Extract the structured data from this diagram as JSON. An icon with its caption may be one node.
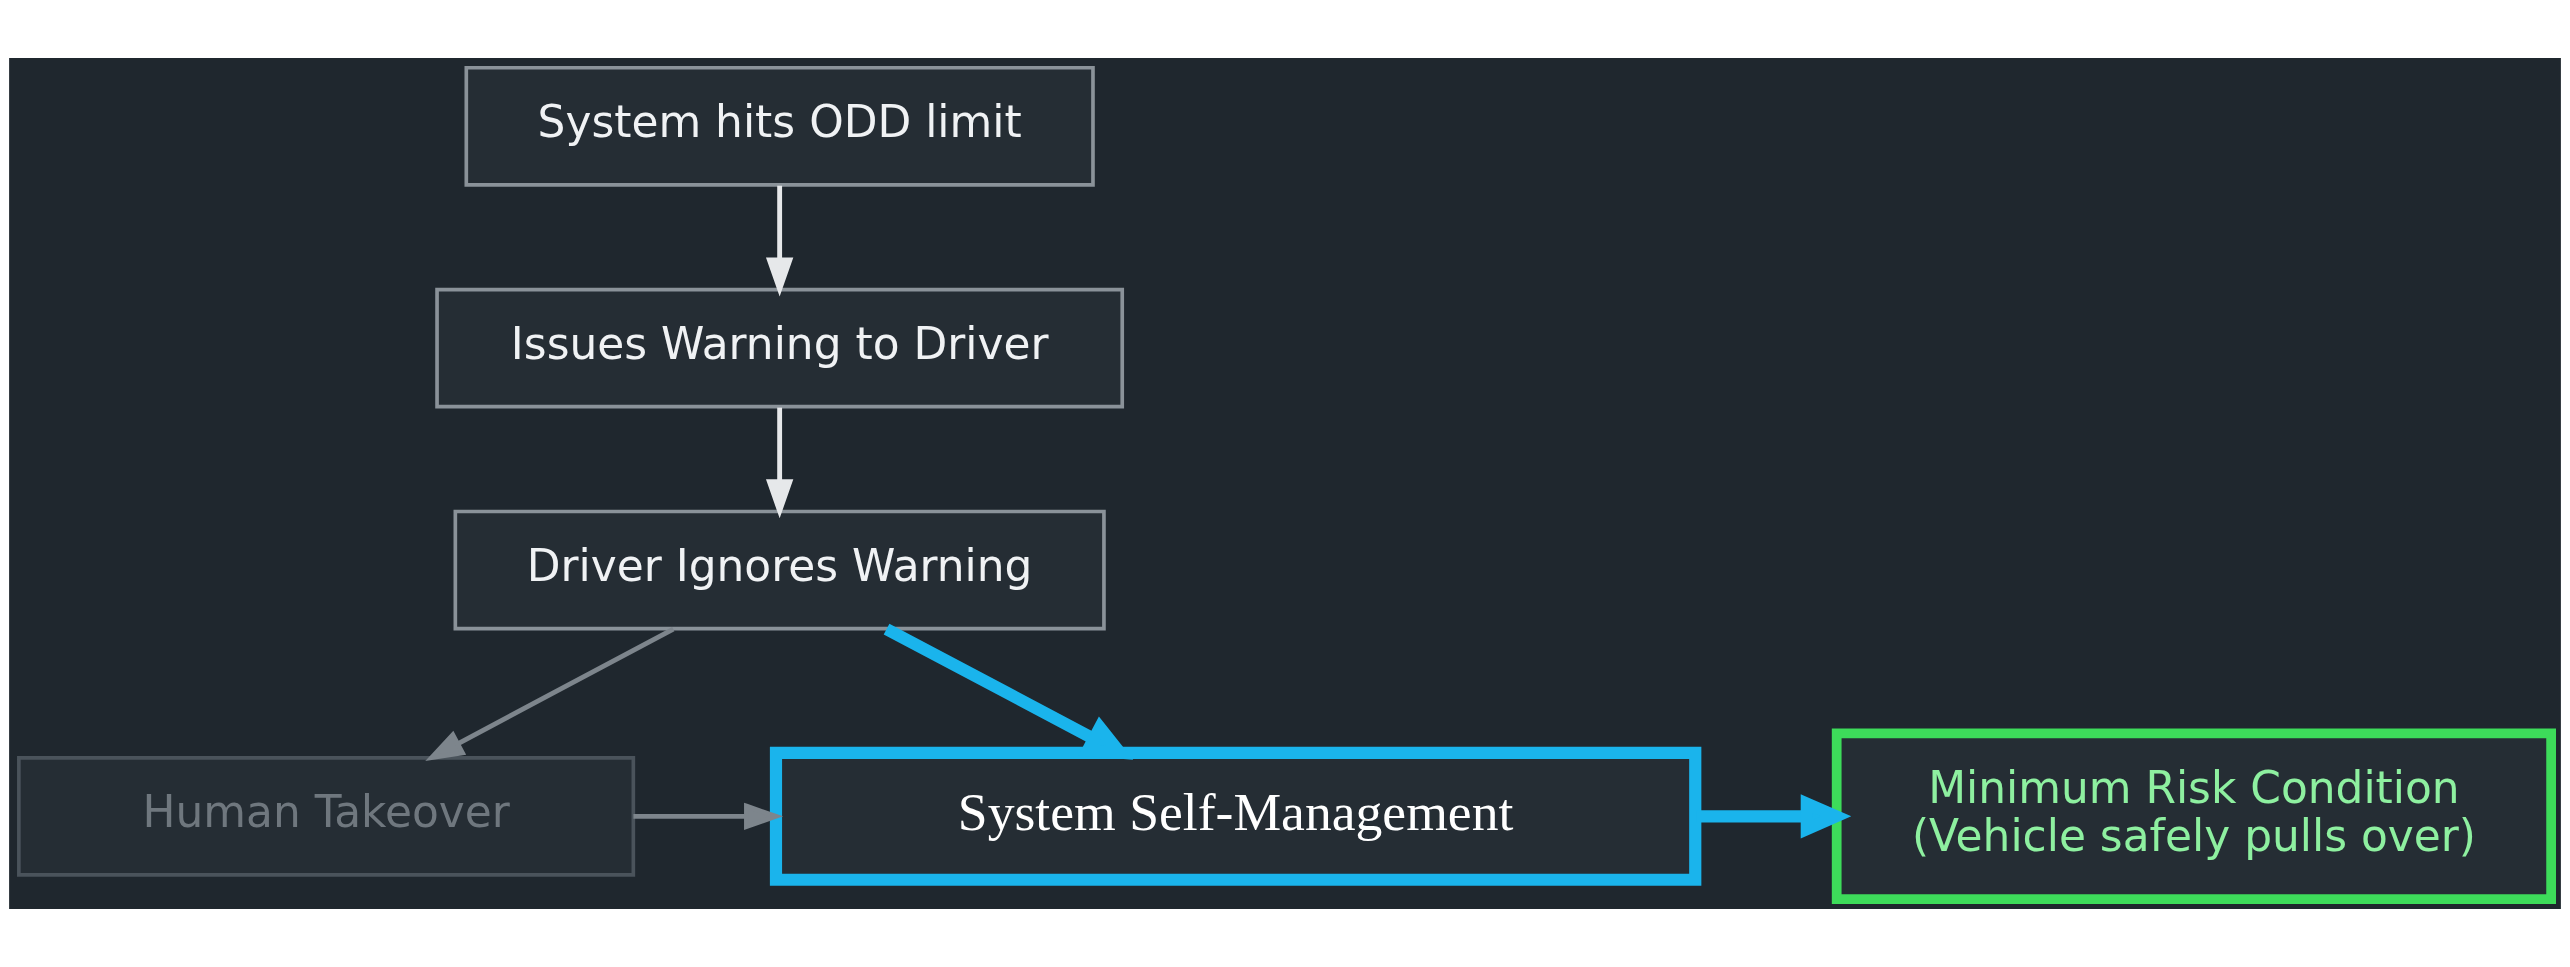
{
  "diagram": {
    "nodes": [
      {
        "text": [
          "System hits ODD limit"
        ]
      },
      {
        "text": [
          "Issues Warning to Driver"
        ]
      },
      {
        "text": [
          "Driver Ignores Warning"
        ]
      },
      {
        "text": [
          "Human Takeover"
        ]
      },
      {
        "text": [
          "System Self-Management"
        ]
      },
      {
        "text": [
          "Minimum Risk Condition",
          "(Vehicle safely pulls over)"
        ]
      }
    ],
    "edges": [
      {
        "from": 0,
        "to": 1,
        "arrow": "to",
        "color": "#e6e8ea"
      },
      {
        "from": 1,
        "to": 2,
        "arrow": "to",
        "color": "#e6e8ea"
      },
      {
        "from": 2,
        "to": 4,
        "arrow": "to",
        "style": "thick",
        "color": "#1ab4ec"
      },
      {
        "from": 2,
        "to": 3,
        "arrow": "to",
        "color": "#7d858c"
      },
      {
        "from": 3,
        "to": 4,
        "arrow": "to",
        "color": "#7d858c"
      },
      {
        "from": 4,
        "to": 5,
        "arrow": "to",
        "style": "thick",
        "color": "#1ab4ec"
      }
    ]
  }
}
